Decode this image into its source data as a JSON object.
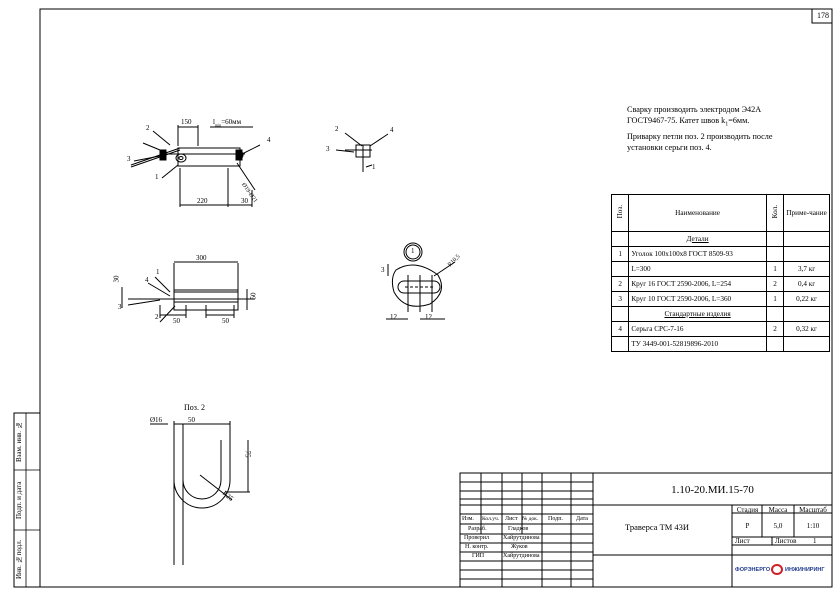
{
  "page_number": "178",
  "notes": {
    "line1": "Сварку производить электродом Э42А",
    "line2": "ГОСТ9467-75. Катет швов k",
    "line2_sub": "1",
    "line2_end": "=6мм.",
    "line3": "Приварку петли поз. 2 производить после",
    "line4": "установки серьги поз. 4."
  },
  "spec": {
    "headers": {
      "pos": "Поз.",
      "name": "Наименование",
      "qty": "Кол.",
      "note": "Приме-чание"
    },
    "section_details": "Детали",
    "section_standard": "Стандартные изделия",
    "rows": [
      {
        "pos": "1",
        "name": "Уголок 100х100х8 ГОСТ 8509-93",
        "qty": "",
        "note": ""
      },
      {
        "pos": "",
        "name": "L=300",
        "qty": "1",
        "note": "3,7 кг"
      },
      {
        "pos": "2",
        "name": "Круг 16 ГОСТ 2590-2006, L=254",
        "qty": "2",
        "note": "0,4 кг"
      },
      {
        "pos": "3",
        "name": "Круг 10 ГОСТ 2590-2006, L=360",
        "qty": "1",
        "note": "0,22 кг"
      }
    ],
    "std_rows": [
      {
        "pos": "4",
        "name": "Серьга СРС-7-16",
        "qty": "2",
        "note": "0,32 кг"
      },
      {
        "pos": "",
        "name": "ТУ 3449-001-52819896-2010",
        "qty": "",
        "note": ""
      }
    ]
  },
  "drawing": {
    "dim_150": "150",
    "dim_lmin": "l",
    "dim_lmin_sub": "min",
    "dim_lmin_end": "=60мм",
    "dim_220": "220",
    "dim_30a": "30",
    "dim_dia": "Ø19-Ø21",
    "dim_300": "300",
    "dim_30b": "30",
    "dim_50a": "50",
    "dim_50b": "50",
    "dim_50c": "50",
    "dim_r105": "R10,5",
    "dim_12a": "12",
    "dim_12b": "12",
    "dim_3": "3",
    "circle_label": "1",
    "poz2_title": "Поз. 2",
    "dim_d16": "Ø16",
    "dim_50d": "50",
    "dim_75": "75",
    "dim_r25": "R25",
    "callouts": [
      "1",
      "2",
      "3",
      "4"
    ]
  },
  "title_block": {
    "designation": "1.10-20.МИ.15-70",
    "title": "Траверса ТМ 43И",
    "stage_h": "Стадия",
    "mass_h": "Масса",
    "scale_h": "Масштаб",
    "stage": "Р",
    "mass": "5,0",
    "scale": "1:10",
    "sheet_h": "Лист",
    "sheets_h": "Листов",
    "sheets": "1",
    "col_izm": "Изм.",
    "col_kol": "Кол.уч.",
    "col_list": "Лист",
    "col_doc": "№ док.",
    "col_podp": "Подп.",
    "col_date": "Дата",
    "roles": [
      {
        "role": "Разраб.",
        "name": "Гладков"
      },
      {
        "role": "Проверил",
        "name": "Хайрутдинова"
      },
      {
        "role": "Н. контр.",
        "name": "Жуков"
      },
      {
        "role": "ГИП",
        "name": "Хайрутдинова"
      }
    ],
    "logo_left": "ФОРЭНЕРГО",
    "logo_right": "ИНЖИНИРИНГ"
  },
  "side_stamp": {
    "inv_orig": "Инв. №подл.",
    "sign_date": "Подп. и дата",
    "vzam": "Взам. инв. №"
  }
}
